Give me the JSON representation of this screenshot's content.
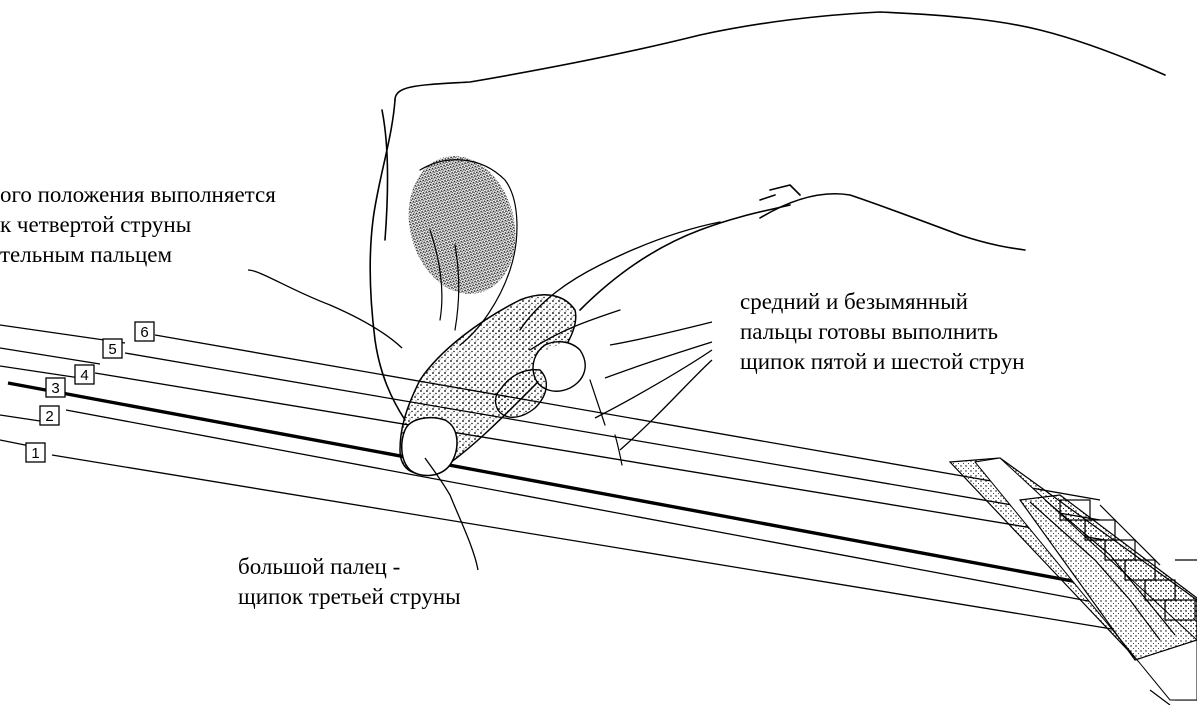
{
  "annotations": {
    "index_finger": {
      "lines": [
        "ого положения выполняется",
        "к четвертой струны",
        "тельным пальцем"
      ]
    },
    "middle_ring": {
      "lines": [
        "средний и безымянный",
        "пальцы готовы выполнить",
        "щипок пятой и шестой струн"
      ]
    },
    "thumb": {
      "lines": [
        "большой палец -",
        "щипок третьей струны"
      ]
    }
  },
  "string_numbers": [
    "1",
    "2",
    "3",
    "4",
    "5",
    "6"
  ],
  "colors": {
    "ink": "#000000",
    "background": "#ffffff"
  }
}
